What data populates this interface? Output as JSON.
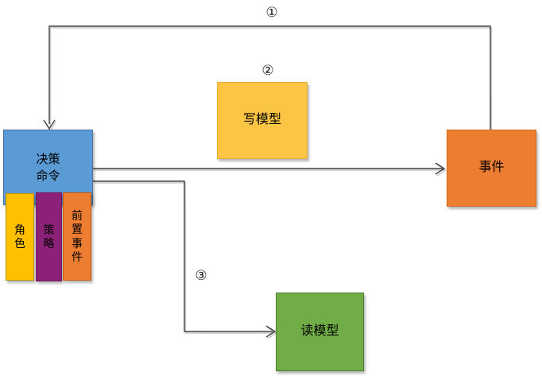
{
  "nodes": {
    "decision_command": {
      "label": "决策\n命令",
      "color": "#5B9BD5"
    },
    "role": {
      "label": "角\n色",
      "color": "#FFC000"
    },
    "strategy": {
      "label": "策\n略",
      "color": "#8C2277"
    },
    "pre_event": {
      "label": "前\n置\n事\n件",
      "color": "#ED7D31"
    },
    "write_model": {
      "label": "写模型",
      "color": "#FCC544"
    },
    "event": {
      "label": "事件",
      "color": "#ED7D31"
    },
    "read_model": {
      "label": "读模型",
      "color": "#70AD47"
    }
  },
  "steps": {
    "step1": "①",
    "step2": "②",
    "step3": "③"
  },
  "connectors": [
    {
      "from": "event",
      "to": "decision_command",
      "step": "①"
    },
    {
      "from": "decision_command",
      "to": "event",
      "step": ""
    },
    {
      "from": "decision_command",
      "to": "read_model",
      "step": "③"
    }
  ],
  "line_color": "#3F3F3F"
}
